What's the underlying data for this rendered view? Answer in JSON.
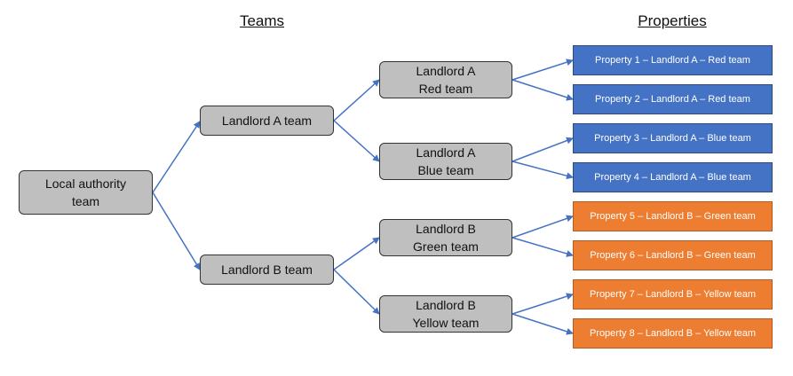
{
  "headings": {
    "teams": "Teams",
    "properties": "Properties"
  },
  "teams": {
    "local": [
      "Local authority",
      "team"
    ],
    "landlord_a": [
      "Landlord A team"
    ],
    "landlord_b": [
      "Landlord B team"
    ],
    "a_red": [
      "Landlord A",
      "Red team"
    ],
    "a_blue": [
      "Landlord A",
      "Blue team"
    ],
    "b_green": [
      "Landlord B",
      "Green team"
    ],
    "b_yellow": [
      "Landlord B",
      "Yellow team"
    ]
  },
  "properties": [
    "Property 1 – Landlord A – Red team",
    "Property 2 – Landlord A – Red team",
    "Property 3 – Landlord A – Blue team",
    "Property 4 – Landlord A – Blue team",
    "Property 5 – Landlord B – Green team",
    "Property 6 – Landlord B – Green team",
    "Property 7 – Landlord B – Yellow team",
    "Property 8 – Landlord B – Yellow team"
  ],
  "colors": {
    "connector": "#4472c4",
    "landlord_a_property": "#4472c4",
    "landlord_b_property": "#ed7d31",
    "team_box": "#bfbfbf"
  }
}
